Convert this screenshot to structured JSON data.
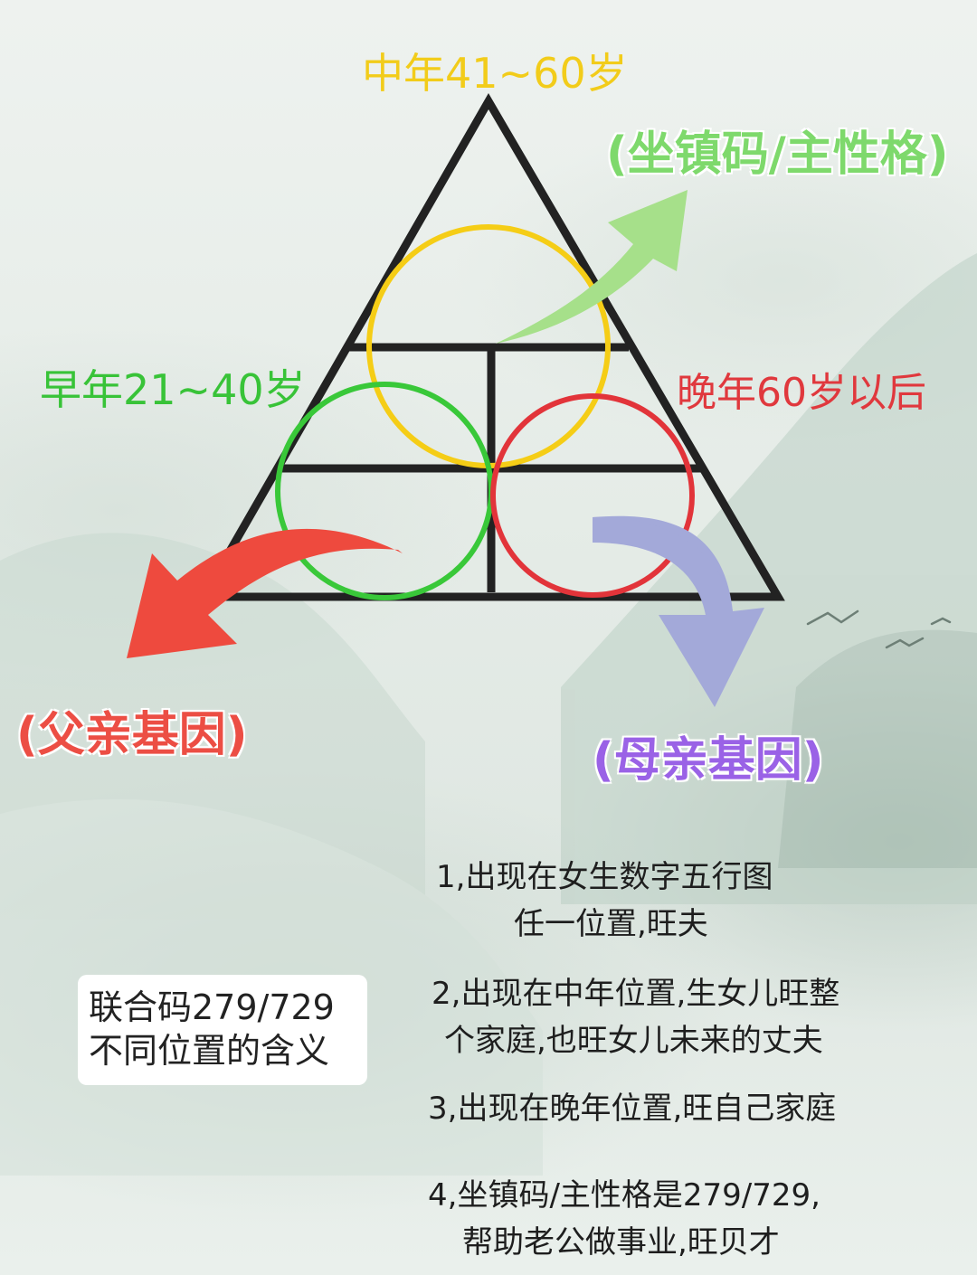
{
  "age_labels": {
    "middle": "中年41~60岁",
    "early": "早年21~40岁",
    "late": "晚年60岁以后"
  },
  "gene_labels": {
    "core": "(坐镇码/主性格)",
    "father": "(父亲基因)",
    "mother": "(母亲基因)"
  },
  "callout": {
    "line1": "联合码279/729",
    "line2": "不同位置的含义"
  },
  "notes": [
    {
      "line1": "1,出现在女生数字五行图",
      "line2": "任一位置,旺夫"
    },
    {
      "line1": "2,出现在中年位置,生女儿旺整",
      "line2": "个家庭,也旺女儿未来的丈夫"
    },
    {
      "line1": "3,出现在晚年位置,旺自己家庭",
      "line2": ""
    },
    {
      "line1": "4,坐镇码/主性格是279/729,",
      "line2": "帮助老公做事业,旺贝才"
    }
  ],
  "colors": {
    "middle": "#f2cc1a",
    "early": "#38c338",
    "late": "#e0383d",
    "core_arrow": "#a6e08a",
    "father_arrow": "#ee4a3e",
    "mother_arrow": "#a3a9d9",
    "triangle": "#222222"
  },
  "icons": [
    "bird-icon"
  ]
}
